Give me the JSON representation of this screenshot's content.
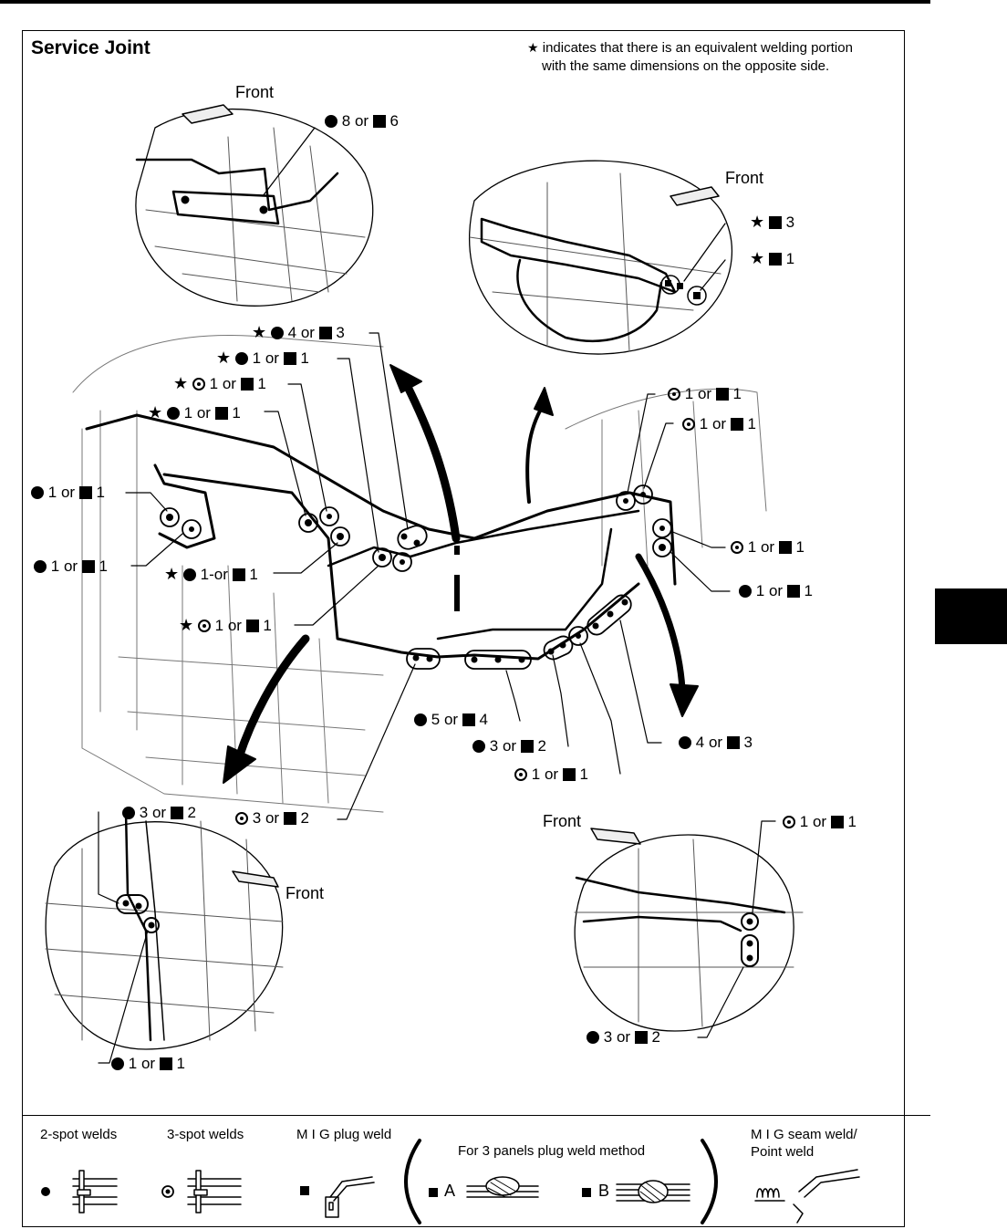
{
  "title": "Service Joint",
  "note": {
    "star": "★",
    "line1": "indicates that there is an equivalent welding portion",
    "line2": "with the same dimensions on the opposite side."
  },
  "front_label": "Front",
  "labels": {
    "or": "or",
    "star": "★",
    "tl_8_6": [
      "8",
      "6"
    ],
    "tr_3": "3",
    "tr_1": "1",
    "m_4_3": [
      "4",
      "3"
    ],
    "m_1_1": [
      "1",
      "1"
    ],
    "m_5_4": [
      "5",
      "4"
    ],
    "m_3_2": [
      "3",
      "2"
    ],
    "m_4_3b": [
      "4",
      "3"
    ]
  },
  "legend": {
    "two_spot": "2-spot welds",
    "three_spot": "3-spot welds",
    "mig_plug": "M I G plug weld",
    "three_panels": "For 3 panels plug weld method",
    "a": "A",
    "b": "B",
    "mig_seam_1": "M I G seam weld/",
    "mig_seam_2": "Point weld"
  }
}
